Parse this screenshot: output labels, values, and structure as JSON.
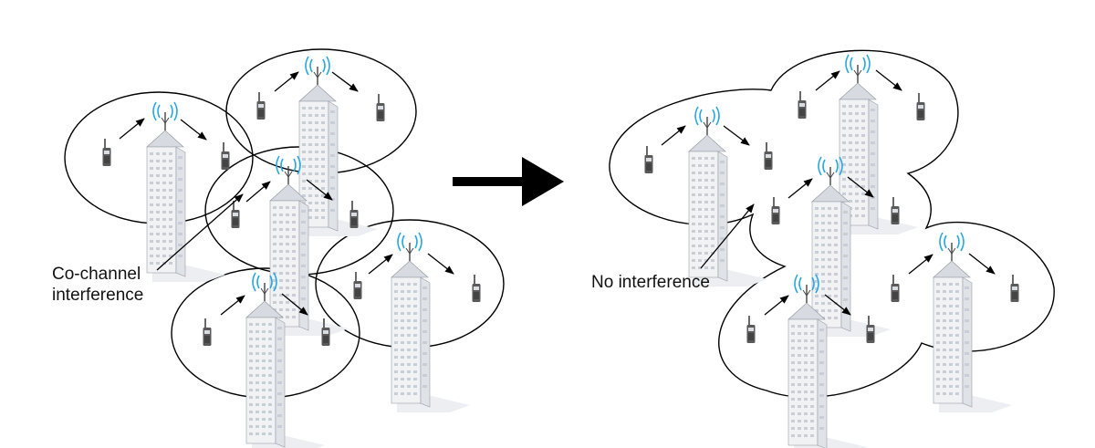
{
  "left_panel": {
    "label_line1": "Co-channel",
    "label_line2": "interference"
  },
  "right_panel": {
    "label": "No interference"
  },
  "colors": {
    "outline": "#000000",
    "building_face": "#f1f2f4",
    "building_side": "#dfe2e6",
    "window": "#c9ced6",
    "antenna_signal": "#2aa7e0",
    "radio": "#5a5a5a",
    "shadow": "#e9ecef"
  },
  "icons": {
    "cell_tower": "office-building-with-antenna-icon",
    "handset": "walkie-talkie-icon",
    "transition": "right-arrow-icon"
  }
}
